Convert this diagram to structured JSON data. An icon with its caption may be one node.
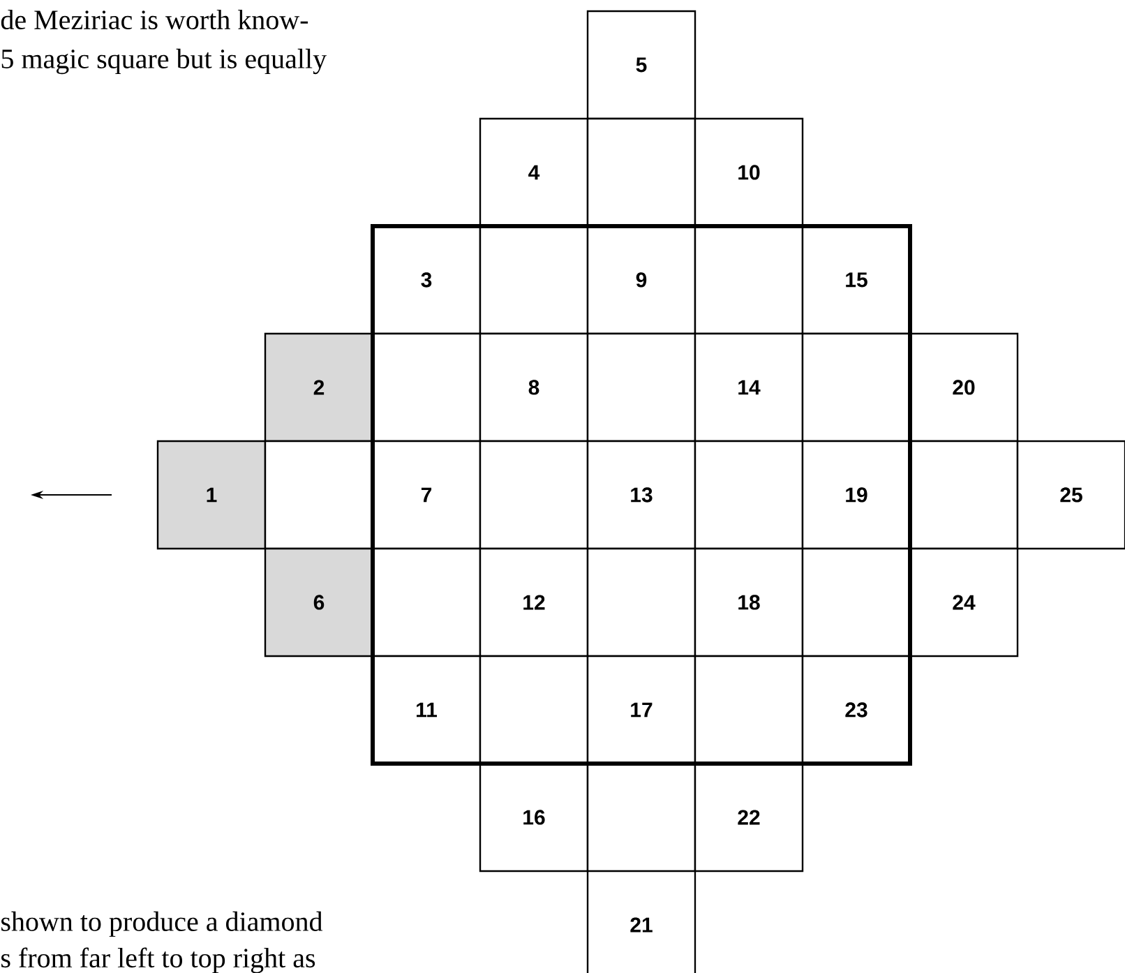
{
  "diagram": {
    "nodes": [
      {
        "text": [
          "5"
        ]
      },
      {
        "text": [
          "4"
        ]
      },
      {
        "text": [],
        "shape": "box"
      },
      {
        "text": [
          "10"
        ]
      },
      {
        "text": [
          "3"
        ]
      },
      {
        "text": [],
        "shape": "box"
      },
      {
        "text": [
          "9"
        ]
      },
      {
        "text": [],
        "shape": "box"
      },
      {
        "text": [
          "15"
        ]
      },
      {
        "text": [
          "2"
        ]
      },
      {
        "text": [],
        "shape": "box"
      },
      {
        "text": [
          "8"
        ]
      },
      {
        "text": [],
        "shape": "box"
      },
      {
        "text": [
          "14"
        ]
      },
      {
        "text": [],
        "shape": "box"
      },
      {
        "text": [
          "20"
        ]
      },
      {
        "text": [
          "1"
        ]
      },
      {
        "text": [],
        "shape": "box"
      },
      {
        "text": [
          "7"
        ]
      },
      {
        "text": [],
        "shape": "box"
      },
      {
        "text": [
          "13"
        ]
      },
      {
        "text": [],
        "shape": "box"
      },
      {
        "text": [
          "19"
        ]
      },
      {
        "text": [],
        "shape": "box"
      },
      {
        "text": [
          "25"
        ]
      },
      {
        "text": [
          "6"
        ]
      },
      {
        "text": [],
        "shape": "box"
      },
      {
        "text": [
          "12"
        ]
      },
      {
        "text": [],
        "shape": "box"
      },
      {
        "text": [
          "18"
        ]
      },
      {
        "text": [],
        "shape": "box"
      },
      {
        "text": [
          "24"
        ]
      },
      {
        "text": [
          "11"
        ]
      },
      {
        "text": [],
        "shape": "box"
      },
      {
        "text": [
          "17"
        ]
      },
      {
        "text": [],
        "shape": "box"
      },
      {
        "text": [
          "23"
        ]
      },
      {
        "text": [
          "16"
        ]
      },
      {
        "text": [],
        "shape": "box"
      },
      {
        "text": [
          "22"
        ]
      },
      {
        "text": [
          "21"
        ]
      }
    ],
    "labels": [
      "de Meziriac is worth know-",
      "5 magic square but is equally",
      "shown to produce a diamond",
      "s from far left to top right as"
    ]
  }
}
